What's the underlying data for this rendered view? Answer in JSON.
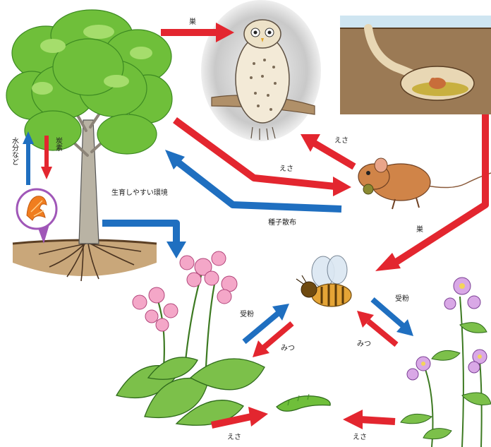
{
  "colors": {
    "red_arrow": "#e3262f",
    "blue_arrow": "#1f6fc0",
    "foliage": "#6fbf3a",
    "soil": "#9b7a55"
  },
  "icons": {
    "tree": "tree-icon",
    "owl": "owl-icon",
    "burrow": "burrow-icon",
    "mouse": "mouse-icon",
    "fungus": "fungus-icon",
    "bee": "bee-icon",
    "primrose": "primrose-icon",
    "aster": "aster-icon",
    "larva": "larva-icon"
  },
  "labels": {
    "tree_to_owl": "巣",
    "tree_to_mouse": "えさ",
    "mouse_to_owl": "えさ",
    "mouse_to_tree": "種子散布",
    "burrow_to_mouse": "巣",
    "tree_to_primrose": "生育しやすい環境",
    "tree_to_fungus": "炭素",
    "fungus_to_tree": "水分など",
    "bee_to_primrose_pollen": "受粉",
    "primrose_to_bee_nectar": "みつ",
    "bee_to_aster_pollen": "受粉",
    "aster_to_bee_nectar": "みつ",
    "primrose_to_larva": "えさ",
    "aster_to_larva": "えさ"
  }
}
